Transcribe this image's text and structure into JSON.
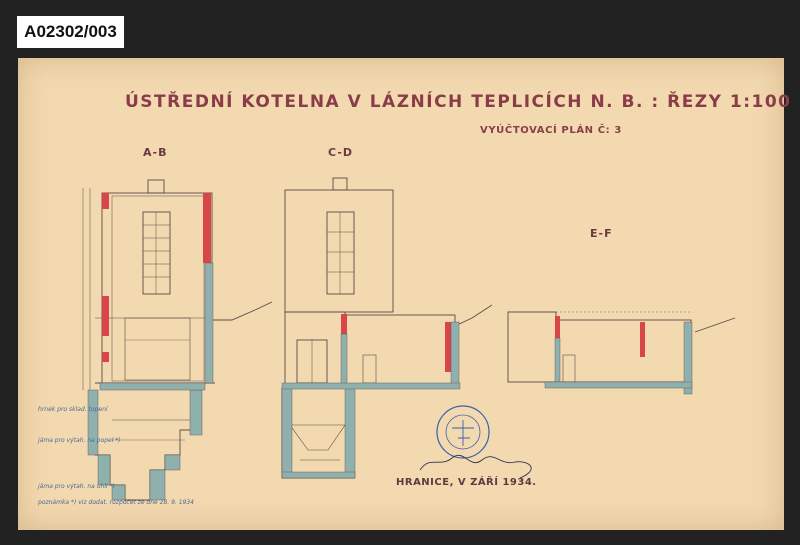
{
  "archive_label": "A02302/003",
  "title": "ÚSTŘEDNÍ KOTELNA V LÁZNÍCH TEPLICÍCH N. B. : ŘEZY 1:100",
  "subtitle": "VYÚČTOVACÍ PLÁN Č: 3",
  "sections": {
    "ab": "A-B",
    "cd": "C-D",
    "ef": "E-F"
  },
  "place_date": "HRANICE, V ZÁŘÍ 1934.",
  "notes": {
    "note_1": "hrnek pro sklad. topení",
    "note_2": "jáma pro výtah. na popel *)",
    "note_3": "jáma pro výtah. na uhlí *)",
    "note_4": "poznámka *) viz dodat. rozpočet ze dne 28. 9. 1934"
  },
  "colors": {
    "paper": "#f3d9b0",
    "ink": "#5a4a4a",
    "red": "#d9464a",
    "teal": "#8fb1ae",
    "stamp": "#3a5fb0"
  }
}
